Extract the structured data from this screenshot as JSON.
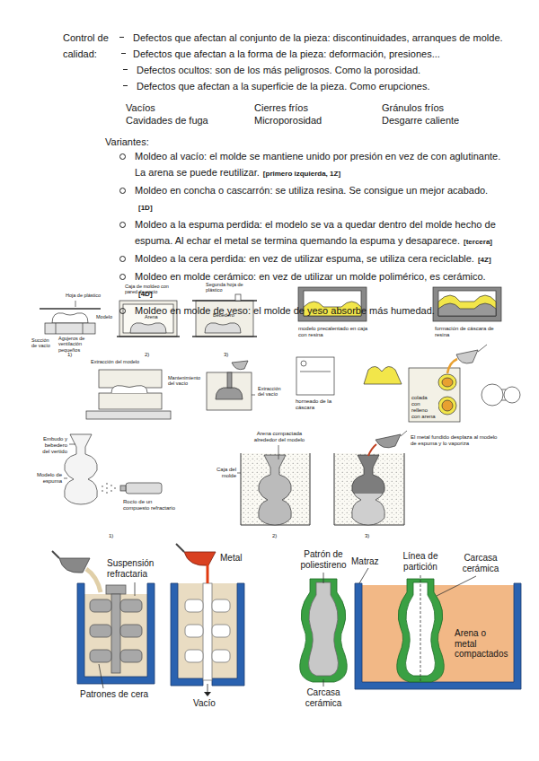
{
  "diagram": {
    "labels": [
      "Control de calidad:",
      "Defectos que afectan al conjunto de la pieza: discontinuidades, arranques de molde.",
      "Defectos que afectan a la forma de la pieza: deformación, presiones...",
      "Defectos ocultos: son de los más peligrosos. Como la porosidad.",
      "Defectos que afectan a la superficie de la pieza. Como erupciones.",
      "Vacíos",
      "Cierres fríos",
      "Gránulos fríos",
      "Cavidades de fuga",
      "Microporosidad",
      "Desgarre caliente",
      "Variantes:",
      "Moldeo al vacío: el molde se mantiene unido por presión en vez de con aglutinante. La arena se puede reutilizar.",
      "[primero izquierda, 1Z]",
      "Moldeo en concha o cascarrón: se utiliza resina. Se consigue un mejor acabado.",
      "[1D]",
      "Moldeo a la espuma perdida: el modelo se va a quedar dentro del molde hecho de espuma. Al echar el metal se termina quemando la espuma y desaparece.",
      "[tercera]",
      "Moldeo a la cera perdida: en vez de utilizar espuma, se utiliza cera reciclable.",
      "[4Z]",
      "Moldeo en molde cerámico: en vez de utilizar un molde polimérico, es cerámico.",
      "[4D]",
      "Moldeo en molde de yeso: el molde de yeso absorbe más humedad.",
      "Hoja de plástico",
      "Modelo",
      "Succión de vacío",
      "Agujeros de ventilación pequeños",
      "1)",
      "Caja de moldeo con pared de vacío",
      "Arena",
      "2)",
      "Segunda hoja de plástico",
      "Bebedero",
      "3)",
      "Extracción del modelo",
      "Mantenimiento del vacío",
      "Extracción del vacío",
      "modelo precalentado en caja con resina",
      "formación de cáscara de resina",
      "horneado de la cáscara",
      "colada con relleno con arena",
      "Embudo y bebedero del vertido",
      "Modelo de espuma",
      "Rocío de un compuesto refractario",
      "1)",
      "Arena compactada alrededor del modelo",
      "Caja del molde",
      "2)",
      "El metal fundido desplaza al modelo de espuma y lo vaporiza",
      "3)",
      "Suspensión refractaria",
      "Metal",
      "Patrones de cera",
      "Vacío",
      "Patrón de poliestireno",
      "Carcasa cerámica",
      "Matraz",
      "Línea de partición",
      "Carcasa cerámica",
      "Arena o metal compactados"
    ]
  }
}
